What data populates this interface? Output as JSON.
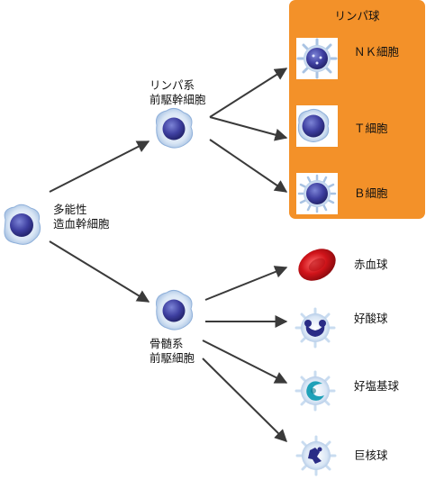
{
  "stem": {
    "label": "多能性\n造血幹細胞"
  },
  "lymphoid_progenitor": {
    "label": "リンパ系\n前駆幹細胞"
  },
  "myeloid_progenitor": {
    "label": "骨髄系\n前駆細胞"
  },
  "lymphocyte_group": {
    "title": "リンパ球",
    "box_color": "#f39129",
    "cells": [
      {
        "label": "ＮＫ細胞"
      },
      {
        "label": "Ｔ細胞"
      },
      {
        "label": "Ｂ細胞"
      }
    ]
  },
  "myeloid_cells": [
    {
      "label": "赤血球"
    },
    {
      "label": "好酸球"
    },
    {
      "label": "好塩基球"
    },
    {
      "label": "巨核球"
    }
  ],
  "colors": {
    "arrow": "#3a3a3a",
    "cell_nucleus": "#3e3fa0",
    "cell_body": "#d9e6f5",
    "erythrocyte": "#d0141a"
  }
}
